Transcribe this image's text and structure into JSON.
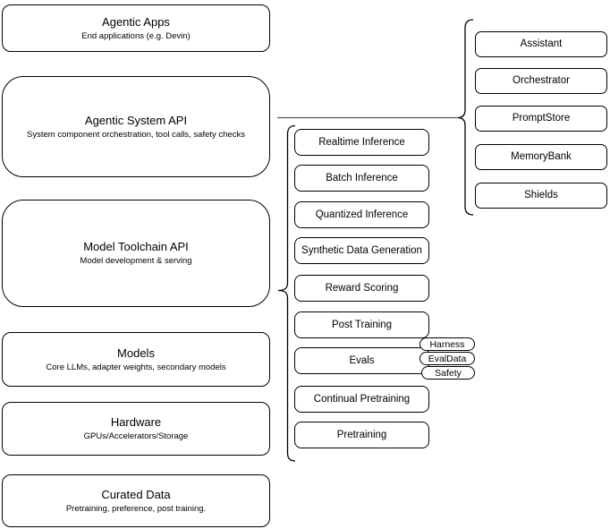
{
  "colors": {
    "stroke": "#000000",
    "fill": "#ffffff",
    "background": "#ffffff",
    "connector_line": "#595959"
  },
  "infra_stack": [
    {
      "title": "Agentic Apps",
      "subtitle": "End applications (e.g. Devin)"
    },
    {
      "title": "Agentic System API",
      "subtitle": "System component orchestration, tool calls, safety checks"
    },
    {
      "title": "Model Toolchain API",
      "subtitle": "Model development & serving"
    },
    {
      "title": "Models",
      "subtitle": "Core LLMs, adapter weights, secondary models"
    },
    {
      "title": "Hardware",
      "subtitle": "GPUs/Accelerators/Storage"
    },
    {
      "title": "Curated Data",
      "subtitle": "Pretraining, preference, post training."
    }
  ],
  "toolchain_items": [
    "Realtime Inference",
    "Batch Inference",
    "Quantized Inference",
    "Synthetic Data Generation",
    "Reward Scoring",
    "Post Training",
    "Evals",
    "Continual Pretraining",
    "Pretraining"
  ],
  "eval_tags": [
    "Harness",
    "EvalData",
    "Safety"
  ],
  "system_components": [
    "Assistant",
    "Orchestrator",
    "PromptStore",
    "MemoryBank",
    "Shields"
  ]
}
